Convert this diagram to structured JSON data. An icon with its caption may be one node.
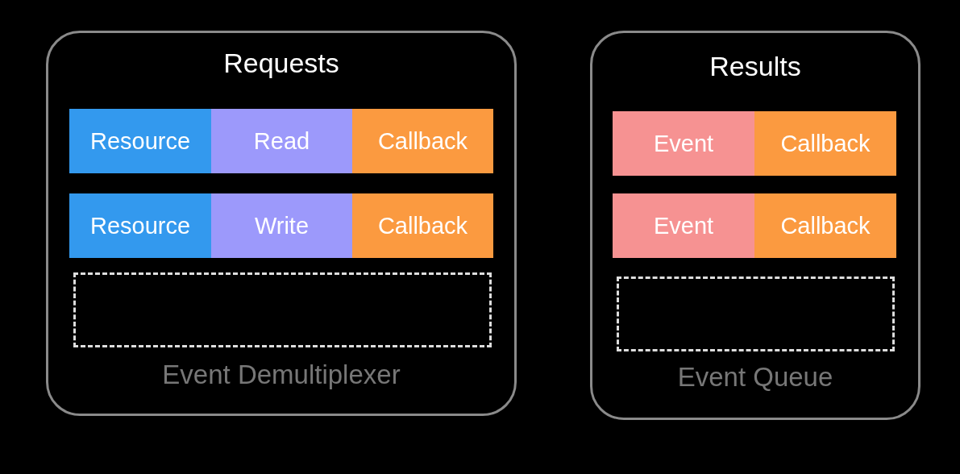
{
  "diagram": {
    "nodes": [
      {
        "text": [
          "Requests",
          "Event Demultiplexer"
        ]
      },
      {
        "text": [
          "Resource"
        ],
        "in": 0
      },
      {
        "text": [
          "Read"
        ],
        "in": 0
      },
      {
        "text": [
          "Callback"
        ],
        "in": 0
      },
      {
        "text": [
          "Resource"
        ],
        "in": 0
      },
      {
        "text": [
          "Write"
        ],
        "in": 0
      },
      {
        "text": [
          "Callback"
        ],
        "in": 0
      },
      {
        "text": [],
        "shape": "box",
        "in": 0
      },
      {
        "text": [
          "Results",
          "Event Queue"
        ]
      },
      {
        "text": [
          "Event"
        ],
        "in": 8
      },
      {
        "text": [
          "Callback"
        ],
        "in": 8
      },
      {
        "text": [
          "Event"
        ],
        "in": 8
      },
      {
        "text": [
          "Callback"
        ],
        "in": 8
      },
      {
        "text": [],
        "shape": "box",
        "in": 8
      }
    ]
  }
}
